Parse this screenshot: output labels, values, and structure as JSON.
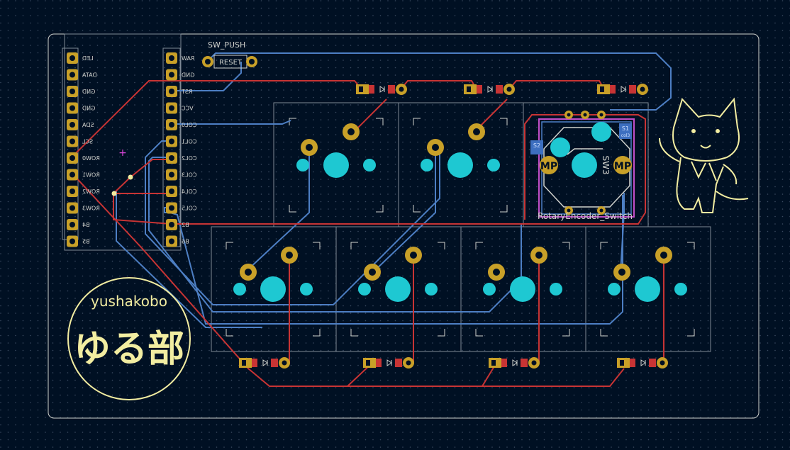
{
  "board": {
    "sw_push_label": "SW_PUSH",
    "reset_label": "RESET",
    "encoder_label": "RotaryEncoder_Switch",
    "encoder_ref": "SW3",
    "mp_label": "MP",
    "s1_label": "S1",
    "s1_sub": "col3",
    "s2_label": "S2",
    "brand_text": "yushakobo",
    "logo_text": "ゆる部"
  },
  "left_pins": [
    "LED",
    "DATA",
    "GND",
    "GND",
    "SDA",
    "SCL",
    "ROW0",
    "ROW1",
    "ROW2",
    "ROW3",
    "B4",
    "B5"
  ],
  "right_pins": [
    "RAW",
    "GND",
    "RST",
    "VCC",
    "COL0",
    "COL1",
    "COL2",
    "COL3",
    "COL4",
    "COL5",
    "B2",
    "B6"
  ],
  "colors": {
    "background": "#001023",
    "front_copper": "#c83434",
    "back_copper": "#4d7fc4",
    "pad_gold": "#c8a028",
    "npth_cyan": "#1ec8d2",
    "silkscreen": "#f2eda1",
    "outline": "#d0d2cd",
    "courtyard": "#c24fc9"
  }
}
